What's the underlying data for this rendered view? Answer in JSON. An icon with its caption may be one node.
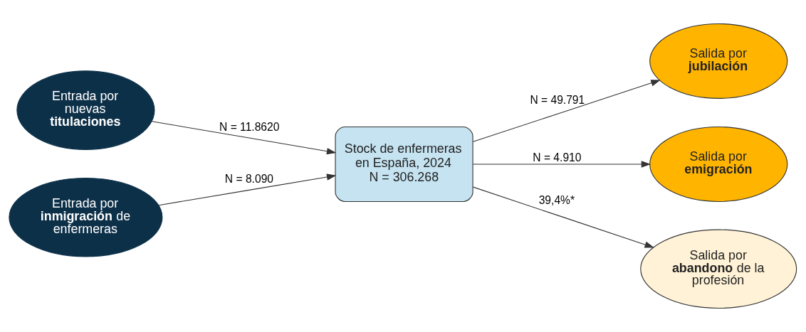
{
  "diagram": {
    "nodes": [
      {
        "text": [
          "Entrada por nuevas **titulaciones**"
        ]
      },
      {
        "text": [
          "Entrada por **inmigración** de enfermeras"
        ]
      },
      {
        "text": [
          "Stock de enfermeras en España, 2024",
          "N = 306.268"
        ]
      },
      {
        "text": [
          "Salida por **jubilación**"
        ]
      },
      {
        "text": [
          "Salida por **emigración**"
        ]
      },
      {
        "text": [
          "Salida por **abandono** de la profesión"
        ]
      }
    ],
    "edges": [
      {
        "from": 0,
        "to": 2,
        "arrow": "to",
        "label": "N = 11.8620"
      },
      {
        "from": 1,
        "to": 2,
        "arrow": "to",
        "label": "N = 8.090"
      },
      {
        "from": 2,
        "to": 3,
        "arrow": "to",
        "label": "N = 49.791"
      },
      {
        "from": 2,
        "to": 4,
        "arrow": "to",
        "label": "N = 4.910"
      },
      {
        "from": 2,
        "to": 5,
        "arrow": "to",
        "label": "39,4%*"
      }
    ]
  }
}
